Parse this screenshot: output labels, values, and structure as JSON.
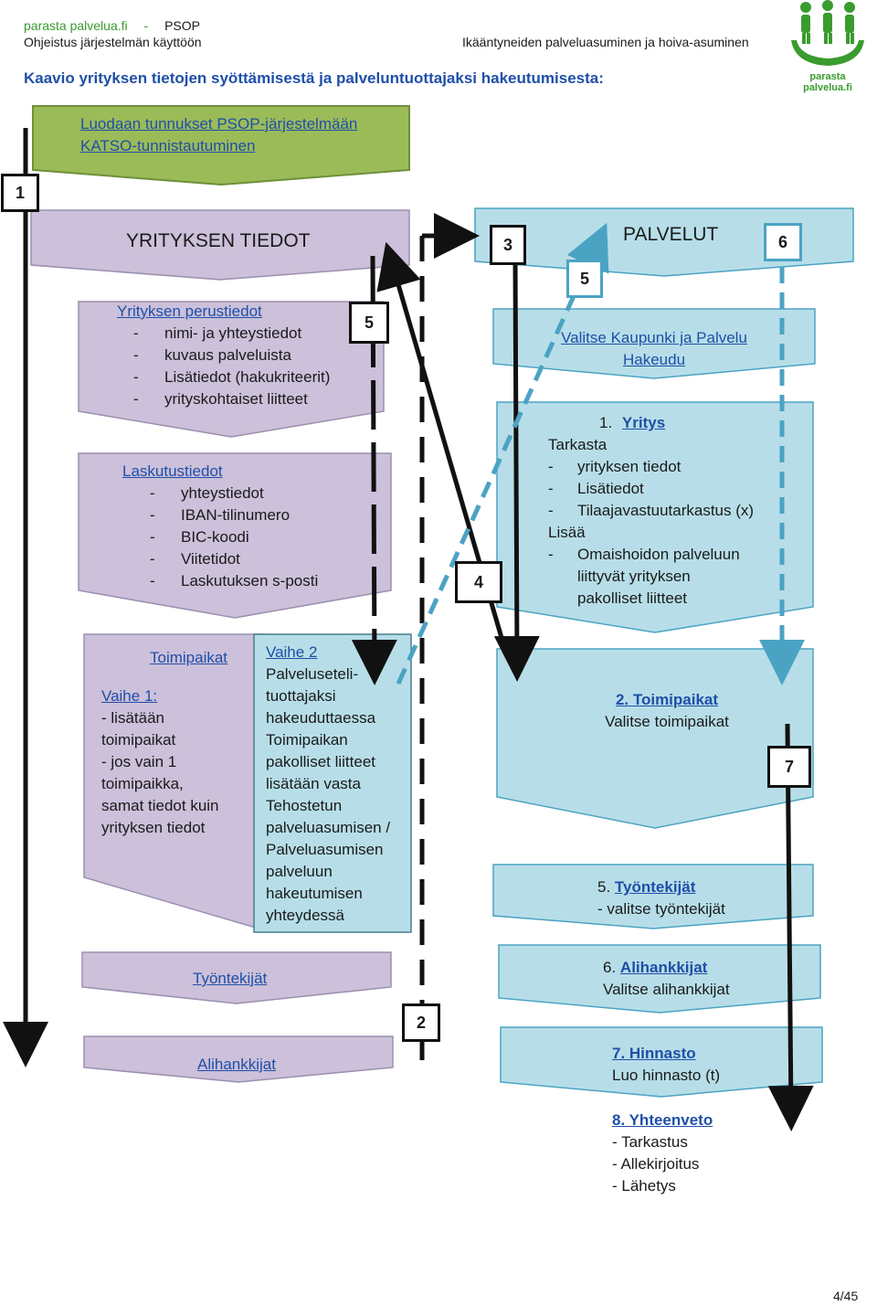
{
  "header": {
    "site": "parasta palvelua.fi",
    "separator": "-",
    "system": "PSOP",
    "subtitle": "Ohjeistus järjestelmän käyttöön",
    "right_title": "Ikääntyneiden palveluasuminen ja hoiva-asuminen",
    "logo_text": "parasta palvelua.fi"
  },
  "heading": "Kaavio yrityksen tietojen syöttämisestä ja palveluntuottajaksi hakeutumisesta:",
  "top_box": {
    "line1": "Luodaan tunnukset PSOP-järjestelmään",
    "line2": "KATSO-tunnistautuminen"
  },
  "left": {
    "title": "YRITYKSEN TIEDOT",
    "perustiedot": {
      "title": "Yrityksen perustiedot",
      "items": [
        "nimi- ja yhteystiedot",
        "kuvaus palveluista",
        "Lisätiedot (hakukriteerit)",
        "yrityskohtaiset liitteet"
      ]
    },
    "laskutus": {
      "title": "Laskutustiedot",
      "items": [
        "yhteystiedot",
        "IBAN-tilinumero",
        "BIC-koodi",
        "Viitetidot",
        "Laskutuksen s-posti"
      ]
    },
    "toimipaikat": {
      "title": "Toimipaikat",
      "vaihe1_title": "Vaihe 1:",
      "vaihe1_lines": [
        "- lisätään",
        "toimipaikat",
        "- jos vain 1",
        "toimipaikka,",
        "samat tiedot kuin",
        "yrityksen tiedot"
      ]
    },
    "vaihe2": {
      "title": "Vaihe 2",
      "lines": [
        "Palveluseteli-",
        "tuottajaksi",
        "hakeuduttaessa",
        "Toimipaikan",
        "pakolliset liitteet",
        "lisätään vasta",
        "Tehostetun",
        "palveluasumisen /",
        "Palveluasumisen",
        "palveluun",
        "hakeutumisen",
        "yhteydessä"
      ]
    },
    "tyontekijat": "Työntekijät",
    "alihankkijat": "Alihankkijat"
  },
  "right": {
    "title": "PALVELUT",
    "valitse": {
      "line1": "Valitse Kaupunki ja Palvelu",
      "line2": "Hakeudu"
    },
    "yritys": {
      "num": "1.",
      "title": "Yritys",
      "tarkasta": "Tarkasta",
      "tarkasta_items": [
        "yrityksen tiedot",
        "Lisätiedot",
        "Tilaajavastuutarkastus (x)"
      ],
      "lisaa": "Lisää",
      "lisaa_items": [
        "Omaishoidon palveluun liittyvät yrityksen pakolliset liitteet"
      ]
    },
    "toimipaikat": {
      "title": "2. Toimipaikat",
      "line": "Valitse toimipaikat"
    },
    "tyontekijat": {
      "num": "5.",
      "title": "Työntekijät",
      "line": "- valitse työntekijät"
    },
    "alihankkijat": {
      "num": "6.",
      "title": "Alihankkijat",
      "line": "Valitse alihankkijat"
    },
    "hinnasto": {
      "title": "7. Hinnasto",
      "line": "Luo hinnasto (t)"
    },
    "yhteenveto": {
      "title": "8. Yhteenveto",
      "lines": [
        "- Tarkastus",
        "- Allekirjoitus",
        "- Lähetys"
      ]
    }
  },
  "markers": {
    "m1": "1",
    "m2": "2",
    "m3": "3",
    "m4": "4",
    "m5a": "5",
    "m5b": "5",
    "m6": "6",
    "m7": "7"
  },
  "page_number": "4/45",
  "colors": {
    "green_box": "#9bbb59",
    "purple_box": "#ccc0da",
    "blue_box": "#b7dee8",
    "link_blue": "#1f4fa8",
    "arrow_dashed_blue": "#4ba3c3",
    "logo_green": "#3a9b2e"
  }
}
